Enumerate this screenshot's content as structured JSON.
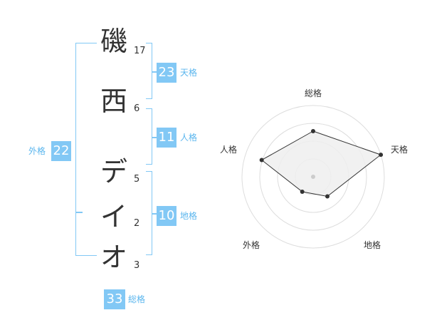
{
  "characters": [
    {
      "char": "磯",
      "strokes": "17"
    },
    {
      "char": "西",
      "strokes": "6"
    },
    {
      "char": "デ",
      "strokes": "5"
    },
    {
      "char": "イ",
      "strokes": "2"
    },
    {
      "char": "オ",
      "strokes": "3"
    }
  ],
  "scores": {
    "tenkaku": {
      "value": "23",
      "label": "天格"
    },
    "jinkaku": {
      "value": "11",
      "label": "人格"
    },
    "chikaku": {
      "value": "10",
      "label": "地格"
    },
    "gaikaku": {
      "value": "22",
      "label": "外格"
    },
    "soukaku": {
      "value": "33",
      "label": "総格"
    }
  },
  "colors": {
    "accent": "#82c8f5",
    "text": "#333333",
    "radar_fill": "#eeeeee"
  },
  "chart_data": {
    "type": "radar",
    "axes": [
      "総格",
      "天格",
      "地格",
      "外格",
      "人格"
    ],
    "values": [
      3.2,
      5.0,
      1.7,
      1.3,
      3.8
    ],
    "max": 5,
    "rings": 4
  }
}
